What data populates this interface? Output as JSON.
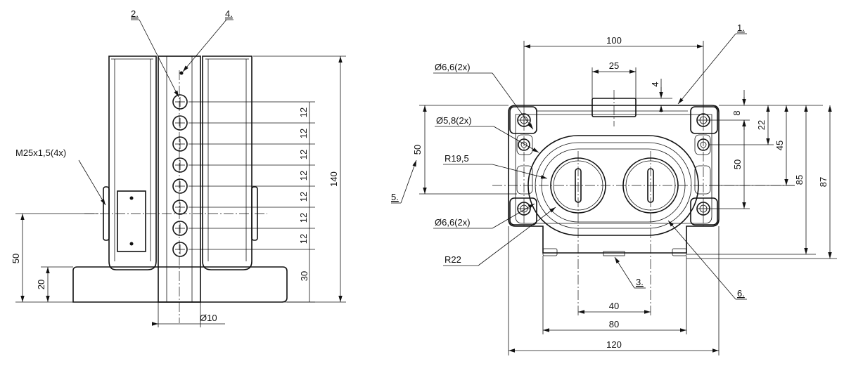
{
  "callouts": {
    "c1": "1.",
    "c2": "2.",
    "c3": "3.",
    "c4": "4.",
    "c5": "5.",
    "c6": "6."
  },
  "left_view": {
    "thread_label": "M25x1,5(4x)",
    "hole_dia": "Ø10",
    "dim_140": "140",
    "dim_50": "50",
    "dim_20": "20",
    "dim_30": "30",
    "pitch": [
      "12",
      "12",
      "12",
      "12",
      "12",
      "12",
      "12"
    ]
  },
  "right_view": {
    "dim_100": "100",
    "dim_25": "25",
    "dim_4": "4",
    "dia_66_top": "Ø6,6(2x)",
    "dia_58": "Ø5,8(2x)",
    "r195": "R19,5",
    "dia_66_bottom": "Ø6,6(2x)",
    "r22": "R22",
    "dim_50_left": "50",
    "dim_8": "8",
    "dim_22": "22",
    "dim_45": "45",
    "dim_50_right": "50",
    "dim_85": "85",
    "dim_87": "87",
    "dim_40": "40",
    "dim_80": "80",
    "dim_120": "120"
  }
}
